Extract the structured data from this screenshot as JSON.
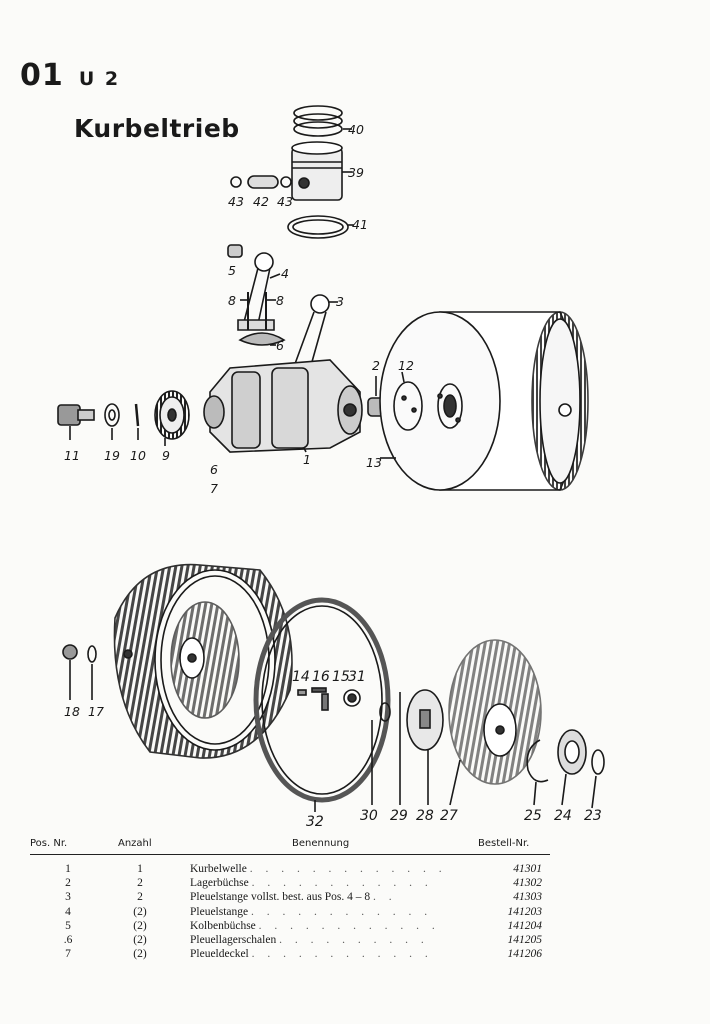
{
  "header": {
    "page_number": "01",
    "section_code": "U 2",
    "title": "Kurbeltrieb"
  },
  "callouts": {
    "c40": "40",
    "c39": "39",
    "c43a": "43",
    "c42": "42",
    "c43b": "43",
    "c41": "41",
    "c5": "5",
    "c4": "4",
    "c8a": "8",
    "c8b": "8",
    "c3": "3",
    "c6a": "6",
    "c2": "2",
    "c12": "12",
    "c11": "11",
    "c19": "19",
    "c10": "10",
    "c9": "9",
    "c1": "1",
    "c13": "13",
    "c6b": "6",
    "c7": "7",
    "c18": "18",
    "c17": "17",
    "c14": "14",
    "c16": "16",
    "c15": "15",
    "c31": "31",
    "c32": "32",
    "c30": "30",
    "c29": "29",
    "c28": "28",
    "c27": "27",
    "c25": "25",
    "c24": "24",
    "c23": "23"
  },
  "table": {
    "headers": {
      "pos": "Pos. Nr.",
      "qty": "Anzahl",
      "name": "Benennung",
      "order": "Bestell-Nr."
    },
    "rows": [
      {
        "pos": "1",
        "qty": "1",
        "name": "Kurbelwelle",
        "dots": ". . . . . . . . . . . . .",
        "order": "41301"
      },
      {
        "pos": "2",
        "qty": "2",
        "name": "Lagerbüchse",
        "dots": ". . . . . . . . . . . .",
        "order": "41302"
      },
      {
        "pos": "3",
        "qty": "2",
        "name": "Pleuelstange vollst. best. aus Pos. 4 – 8",
        "dots": ". .",
        "order": "41303"
      },
      {
        "pos": "4",
        "qty": "(2)",
        "name": "Pleuelstange",
        "dots": ". . . . . . . . . . . .",
        "order": "141203"
      },
      {
        "pos": "5",
        "qty": "(2)",
        "name": "Kolbenbüchse",
        "dots": ". . . . . . . . . . . .",
        "order": "141204"
      },
      {
        "pos": ".6",
        "qty": "(2)",
        "name": "Pleuellagerschalen",
        "dots": ". . . . . . . . . .",
        "order": "141205"
      },
      {
        "pos": "7",
        "qty": "(2)",
        "name": "Pleueldeckel",
        "dots": ". . . . . . . . . . . .",
        "order": "141206"
      }
    ]
  }
}
